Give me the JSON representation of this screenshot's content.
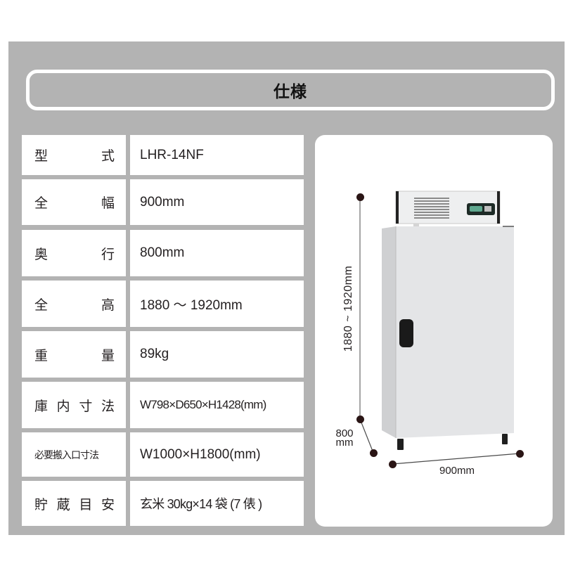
{
  "header": {
    "title": "仕様"
  },
  "specs": [
    {
      "label_chars": [
        "型",
        "式"
      ],
      "label": "型式",
      "value": "LHR-14NF"
    },
    {
      "label_chars": [
        "全",
        "幅"
      ],
      "label": "全幅",
      "value": "900mm"
    },
    {
      "label_chars": [
        "奥",
        "行"
      ],
      "label": "奥行",
      "value": "800mm"
    },
    {
      "label_chars": [
        "全",
        "高"
      ],
      "label": "全高",
      "value": "1880 ～ 1920mm"
    },
    {
      "label_chars": [
        "重",
        "量"
      ],
      "label": "重量",
      "value": "89kg"
    },
    {
      "label_chars": [
        "庫",
        "内",
        "寸",
        "法"
      ],
      "label": "庫内寸法",
      "value": "W798×D650×H1428(mm)"
    },
    {
      "label": "必要搬入口寸法",
      "value": "W1000×H1800(mm)"
    },
    {
      "label_chars": [
        "貯",
        "蔵",
        "目",
        "安"
      ],
      "label": "貯蔵目安",
      "value": "玄米 30kg×14 袋 (7 俵 )"
    }
  ],
  "diagram": {
    "height_label": "1880 ~ 1920mm",
    "depth_label_line1": "800",
    "depth_label_line2": "mm",
    "width_label": "900mm",
    "colors": {
      "panel_bg": "#b3b3b3",
      "dot": "#2a1515",
      "cabinet": "#e4e5e7",
      "cabinet_side": "#cfd0d2",
      "handle": "#1a1a1a"
    }
  }
}
